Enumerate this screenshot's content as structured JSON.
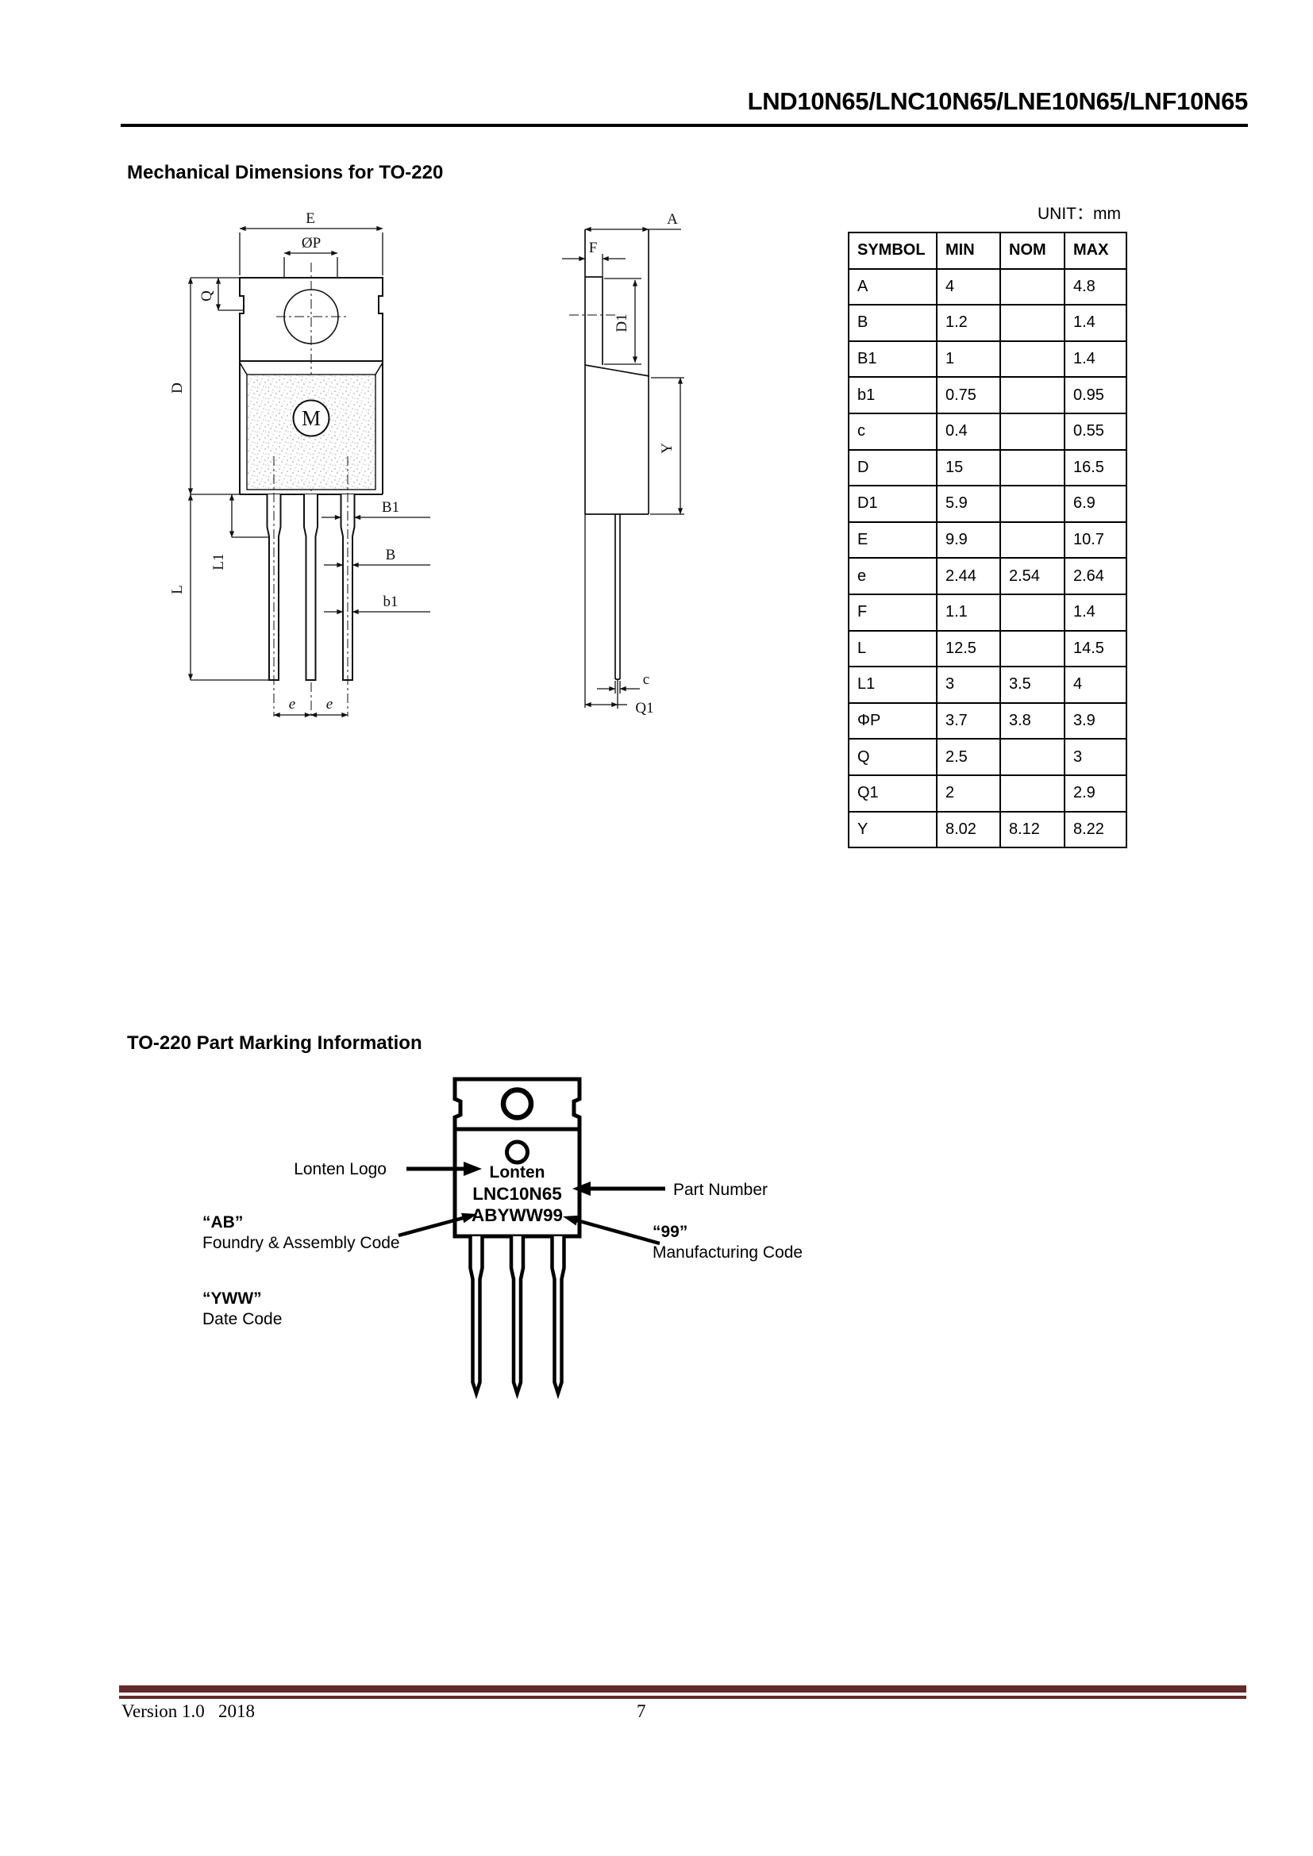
{
  "header": {
    "title": "LND10N65/LNC10N65/LNE10N65/LNF10N65"
  },
  "section_mechanical": {
    "heading": "Mechanical Dimensions for TO-220",
    "unit_label": "UNIT：mm"
  },
  "dim_table": {
    "headers": [
      "SYMBOL",
      "MIN",
      "NOM",
      "MAX"
    ],
    "rows": [
      {
        "symbol": "A",
        "min": "4",
        "nom": "",
        "max": "4.8"
      },
      {
        "symbol": "B",
        "min": "1.2",
        "nom": "",
        "max": "1.4"
      },
      {
        "symbol": "B1",
        "min": "1",
        "nom": "",
        "max": "1.4"
      },
      {
        "symbol": "b1",
        "min": "0.75",
        "nom": "",
        "max": "0.95"
      },
      {
        "symbol": "c",
        "min": "0.4",
        "nom": "",
        "max": "0.55"
      },
      {
        "symbol": "D",
        "min": "15",
        "nom": "",
        "max": "16.5"
      },
      {
        "symbol": "D1",
        "min": "5.9",
        "nom": "",
        "max": "6.9"
      },
      {
        "symbol": "E",
        "min": "9.9",
        "nom": "",
        "max": "10.7"
      },
      {
        "symbol": "e",
        "min": "2.44",
        "nom": "2.54",
        "max": "2.64"
      },
      {
        "symbol": "F",
        "min": "1.1",
        "nom": "",
        "max": "1.4"
      },
      {
        "symbol": "L",
        "min": "12.5",
        "nom": "",
        "max": "14.5"
      },
      {
        "symbol": "L1",
        "min": "3",
        "nom": "3.5",
        "max": "4"
      },
      {
        "symbol": "ΦP",
        "min": "3.7",
        "nom": "3.8",
        "max": "3.9"
      },
      {
        "symbol": "Q",
        "min": "2.5",
        "nom": "",
        "max": "3"
      },
      {
        "symbol": "Q1",
        "min": "2",
        "nom": "",
        "max": "2.9"
      },
      {
        "symbol": "Y",
        "min": "8.02",
        "nom": "8.12",
        "max": "8.22"
      }
    ]
  },
  "front_view": {
    "E": "E",
    "P": "ØP",
    "Q": "Q",
    "D": "D",
    "L": "L",
    "L1": "L1",
    "B1": "B1",
    "B": "B",
    "b1": "b1",
    "e_left": "e",
    "e_right": "e",
    "logo": "M"
  },
  "side_view": {
    "A": "A",
    "F": "F",
    "D1": "D1",
    "Y": "Y",
    "c": "c",
    "Q1": "Q1"
  },
  "section_marking": {
    "heading": "TO-220 Part Marking Information",
    "package": {
      "logo_text": "Lonten",
      "part_number": "LNC10N65",
      "marking_code": "ABYWW99"
    },
    "callouts": {
      "logo_label": "Lonten Logo",
      "part_number_label": "Part Number",
      "foundry_code": "“AB”",
      "foundry_label": "Foundry & Assembly Code",
      "mfg_code": "“99”",
      "mfg_label": "Manufacturing Code",
      "date_code": "“YWW”",
      "date_label": "Date Code"
    }
  },
  "footer": {
    "version": "Version 1.0   2018",
    "page_number": "7"
  },
  "colors": {
    "footer_rule": "#622b2b",
    "ink": "#000000"
  }
}
